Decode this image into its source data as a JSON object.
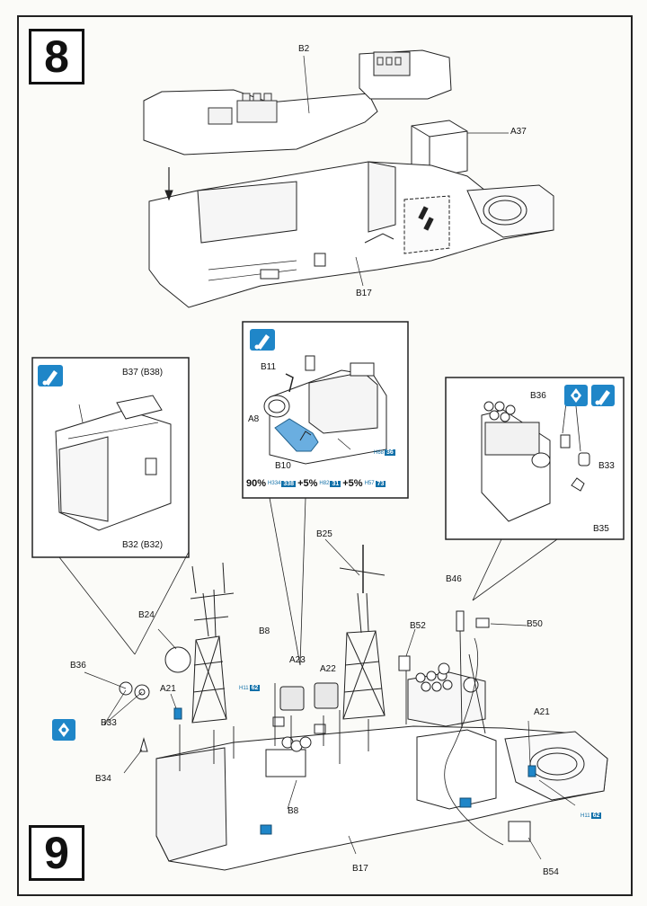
{
  "steps": {
    "eight": "8",
    "nine": "9"
  },
  "labels": {
    "B2": "B2",
    "A37": "A37",
    "B17_top": "B17",
    "B11": "B11",
    "A8": "A8",
    "B10": "B10",
    "B37": "B37 (B38)",
    "B32": "B32 (B32)",
    "B36_inset": "B36",
    "B33_inset": "B33",
    "B35": "B35",
    "B25": "B25",
    "B24": "B24",
    "B46": "B46",
    "B50": "B50",
    "B52": "B52",
    "B8a": "B8",
    "B8b": "B8",
    "A23": "A23",
    "A22": "A22",
    "B36_main": "B36",
    "A21_left": "A21",
    "A21_right": "A21",
    "B33_main": "B33",
    "B34": "B34",
    "B17_bottom": "B17",
    "B54": "B54"
  },
  "paint_mix": {
    "p1_pct": "90%",
    "p1_pre": "H",
    "p1_code": "334",
    "p1_num": "338",
    "op1": "+5%",
    "p2_pre": "H",
    "p2_code": "82",
    "p2_num": "31",
    "op2": "+5%",
    "p3_pre": "H",
    "p3_code": "57",
    "p3_num": "73"
  },
  "color_tags": {
    "b10_pre": "H",
    "b10_code": "68",
    "b10_num": "36",
    "a21l_pre": "H",
    "a21l_code": "11",
    "a21l_num": "62",
    "a21r_pre": "H",
    "a21r_code": "11",
    "a21r_num": "62"
  },
  "colors": {
    "accent_blue": "#1f86c8",
    "part_blue": "#6aaee0",
    "line": "#222222"
  },
  "icons": {
    "paint": "paint-icon",
    "glue": "cement-icon"
  }
}
